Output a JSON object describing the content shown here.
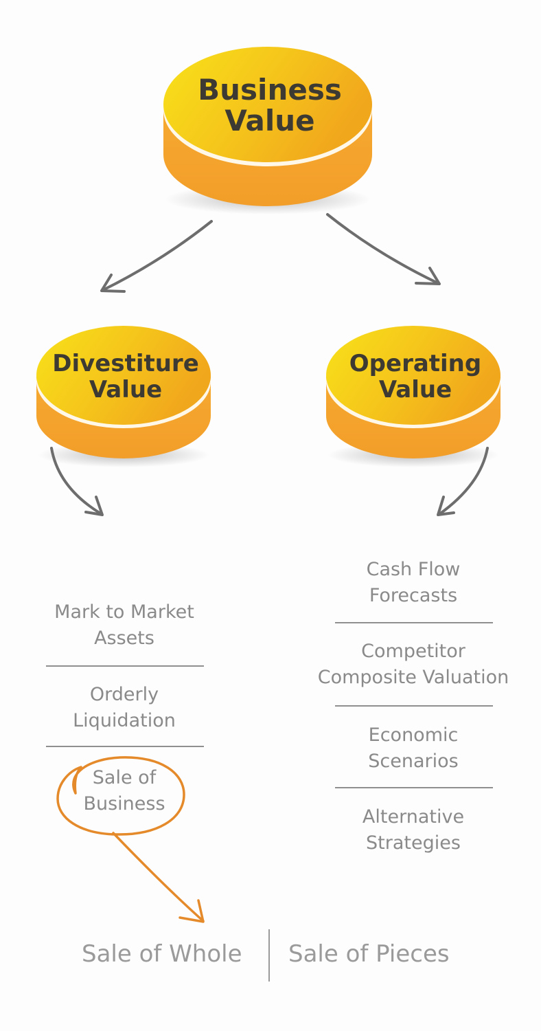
{
  "nodes": {
    "root": {
      "line1": "Business",
      "line2": "Value"
    },
    "left": {
      "line1": "Divestiture",
      "line2": "Value"
    },
    "right": {
      "line1": "Operating",
      "line2": "Value"
    }
  },
  "left_list": {
    "items": [
      {
        "line1": "Mark to Market",
        "line2": "Assets"
      },
      {
        "line1": "Orderly",
        "line2": "Liquidation"
      },
      {
        "line1": "Sale of",
        "line2": "Business"
      }
    ]
  },
  "right_list": {
    "items": [
      {
        "line1": "Cash Flow",
        "line2": "Forecasts"
      },
      {
        "line1": "Competitor",
        "line2": "Composite Valuation"
      },
      {
        "line1": "Economic",
        "line2": "Scenarios"
      },
      {
        "line1": "Alternative",
        "line2": "Strategies"
      }
    ]
  },
  "bottom": {
    "left": "Sale of Whole",
    "right": "Sale of Pieces"
  },
  "colors": {
    "disc_top_light": "#f7de1c",
    "disc_top_dark": "#f3b21a",
    "disc_side": "#f4a22d",
    "arrow_gray": "#6d6d6d",
    "highlight_orange": "#e58a2a",
    "text_gray": "#8a8a8a"
  }
}
